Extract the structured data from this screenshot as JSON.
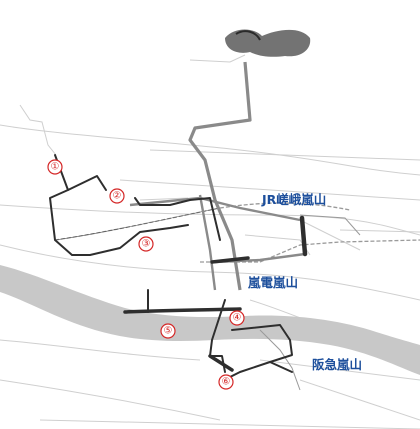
{
  "markers": [
    {
      "id": "1",
      "label": "①"
    },
    {
      "id": "2",
      "label": "②"
    },
    {
      "id": "3",
      "label": "③"
    },
    {
      "id": "4",
      "label": "④"
    },
    {
      "id": "5",
      "label": "⑤"
    },
    {
      "id": "6",
      "label": "⑥"
    }
  ],
  "stations": {
    "jr_saga_arashiyama": "JR嵯峨嵐山",
    "randen_arashiyama": "嵐電嵐山",
    "hankyu_arashiyama": "阪急嵐山"
  },
  "colors": {
    "river": "#c8c8c8",
    "route": "#2e2e2e",
    "main_road": "#8a8a8a",
    "marker": "#d42626",
    "station_label": "#1d4f9c",
    "minor_road": "#cfcfcf"
  }
}
